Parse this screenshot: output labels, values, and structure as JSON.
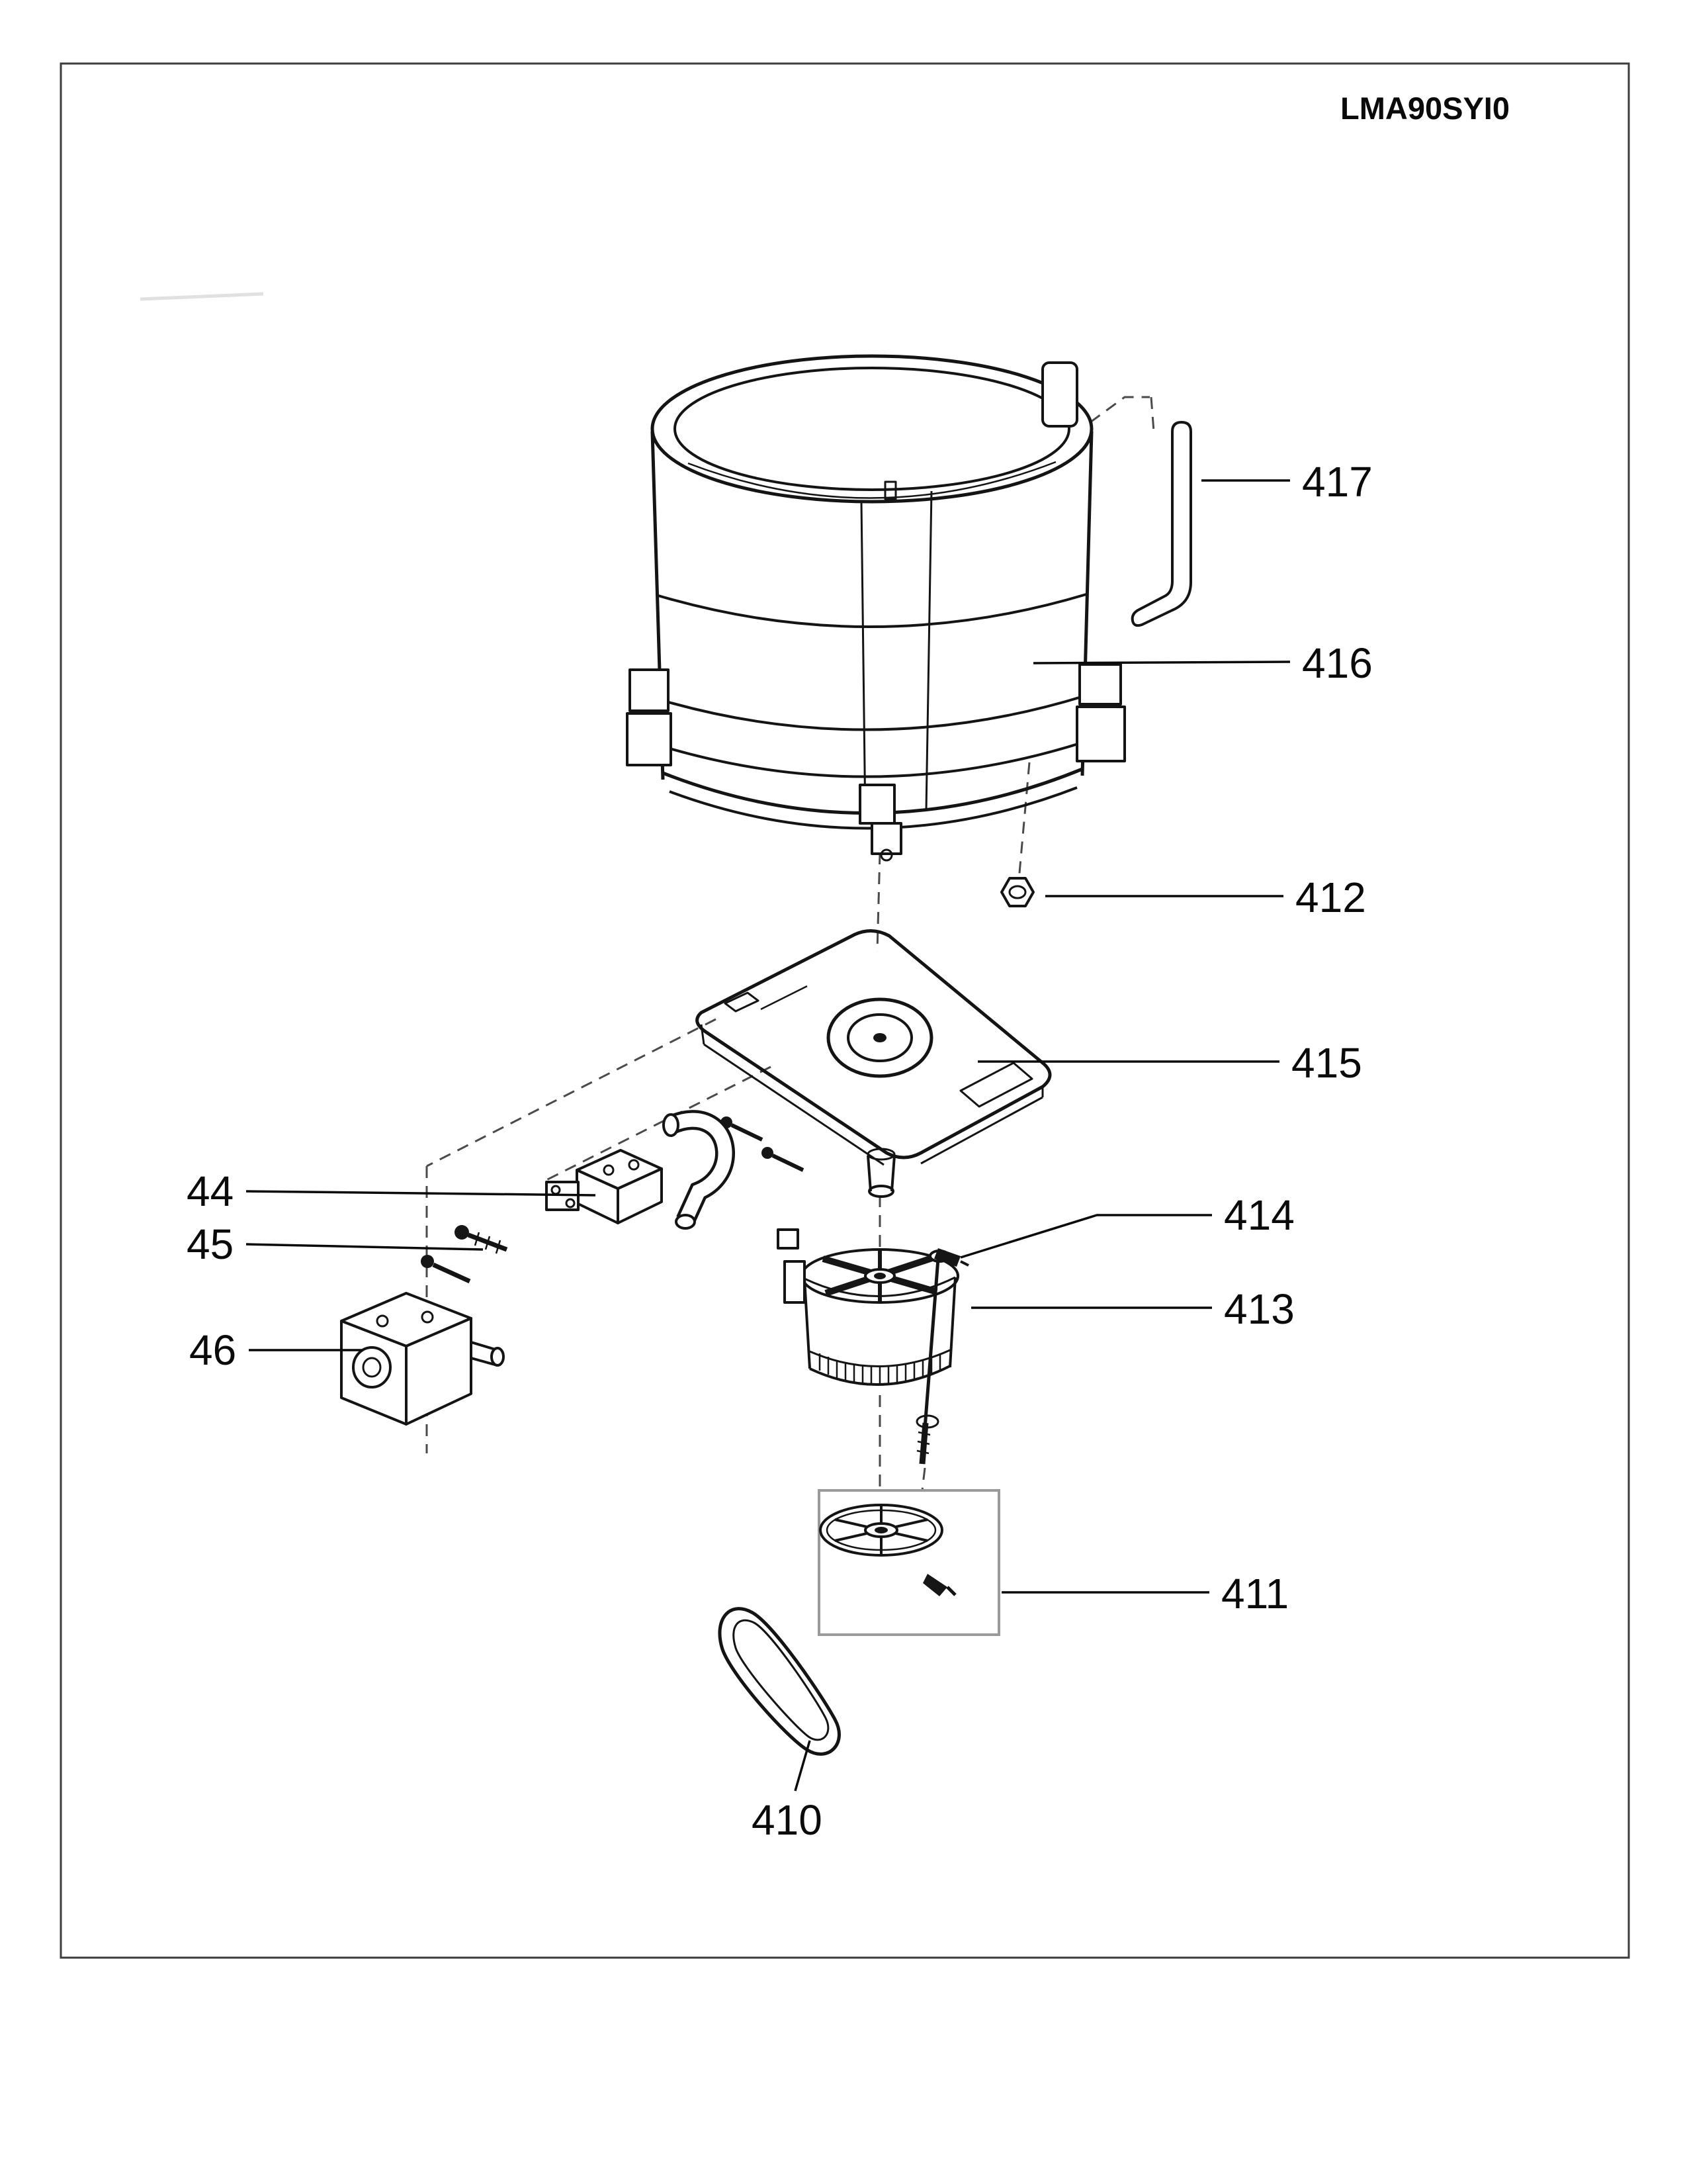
{
  "header": {
    "model_code": "LMA90SYI0"
  },
  "callouts": [
    {
      "number": "417"
    },
    {
      "number": "416"
    },
    {
      "number": "412"
    },
    {
      "number": "415"
    },
    {
      "number": "44"
    },
    {
      "number": "45"
    },
    {
      "number": "414"
    },
    {
      "number": "413"
    },
    {
      "number": "46"
    },
    {
      "number": "411"
    },
    {
      "number": "410"
    }
  ]
}
